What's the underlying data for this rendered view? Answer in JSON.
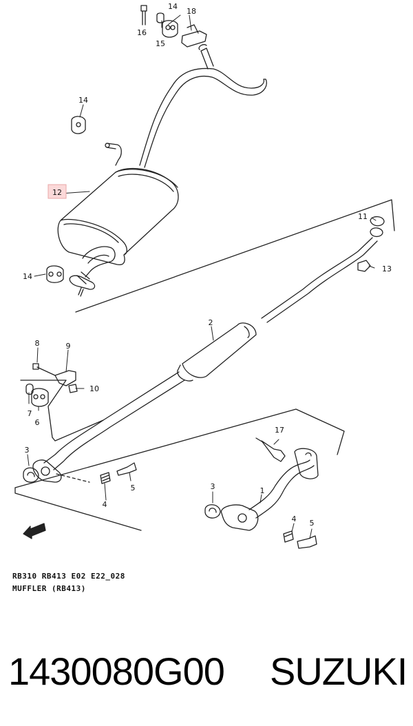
{
  "callouts": {
    "c1": "1",
    "c2": "2",
    "c3a": "3",
    "c3b": "3",
    "c4a": "4",
    "c4b": "4",
    "c5a": "5",
    "c5b": "5",
    "c6": "6",
    "c7": "7",
    "c8": "8",
    "c9": "9",
    "c10": "10",
    "c11": "11",
    "c12": "12",
    "c13": "13",
    "c14a": "14",
    "c14b": "14",
    "c14c": "14",
    "c15": "15",
    "c16": "16",
    "c17": "17",
    "c18": "18"
  },
  "caption": {
    "line1": "RB310 RB413 E02 E22_028",
    "line2": "MUFFLER (RB413)"
  },
  "footer": {
    "part_number": "1430080G00",
    "brand": "SUZUKI"
  },
  "highlight_color": "#fbd9d9"
}
